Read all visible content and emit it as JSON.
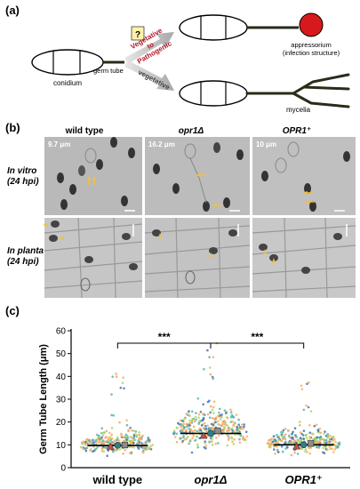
{
  "panel_labels": {
    "a": "(a)",
    "b": "(b)",
    "c": "(c)"
  },
  "diagram": {
    "conidium_label": "conidium",
    "germ_tube_label": "germ tube",
    "question_mark": "?",
    "pathway_top_line1": "Vegetative",
    "pathway_top_line2": "to",
    "pathway_top_line3": "Pathogenic",
    "pathway_bottom": "vegetative",
    "appressorium_line1": "appressorium",
    "appressorium_line2": "(infection structure)",
    "mycelia_label": "mycelia",
    "colors": {
      "appressorium": "#d7191c",
      "pathogenic_text": "#b2182b",
      "question_box": "#fff2a8",
      "tube": "#2b2b1a",
      "arrow": "#c8c8c8"
    }
  },
  "micrographs": {
    "columns": [
      {
        "label": "wild type",
        "style": "normal"
      },
      {
        "label": "opr1Δ",
        "style": "italic"
      },
      {
        "label": "OPR1⁺",
        "style": "italic"
      }
    ],
    "rows": [
      {
        "line1": "In vitro",
        "line2": "(24 hpi)"
      },
      {
        "line1": "In planta",
        "line2": "(24 hpi)"
      }
    ],
    "measurements": [
      "9.7 μm",
      "16.2 μm",
      "10 μm"
    ],
    "arrow_color": "#f0c040"
  },
  "chart_data": {
    "type": "scatter",
    "ylabel": "Germ Tube Length (μm)",
    "ylim": [
      0,
      60
    ],
    "yticks": [
      0,
      10,
      20,
      30,
      40,
      50,
      60
    ],
    "categories": [
      "wild type",
      "opr1Δ",
      "OPR1⁺"
    ],
    "medians": [
      9.7,
      15,
      10
    ],
    "replicate_means": [
      [
        {
          "shape": "triangle",
          "value": 9.2
        },
        {
          "shape": "circle",
          "value": 9.8
        },
        {
          "shape": "square",
          "value": 9.9
        }
      ],
      [
        {
          "shape": "triangle",
          "value": 14.0
        },
        {
          "shape": "circle",
          "value": 15.0
        },
        {
          "shape": "square",
          "value": 16.2
        }
      ],
      [
        {
          "shape": "triangle",
          "value": 9.3
        },
        {
          "shape": "circle",
          "value": 10.0
        },
        {
          "shape": "square",
          "value": 10.6
        }
      ]
    ],
    "significance": [
      {
        "from": "wild type",
        "to": "opr1Δ",
        "label": "***"
      },
      {
        "from": "opr1Δ",
        "to": "OPR1⁺",
        "label": "***"
      }
    ],
    "point_colors": [
      "#f4a460",
      "#5ab4ac",
      "#a6d96a",
      "#4575b4",
      "#fdae61"
    ],
    "grid": false
  }
}
